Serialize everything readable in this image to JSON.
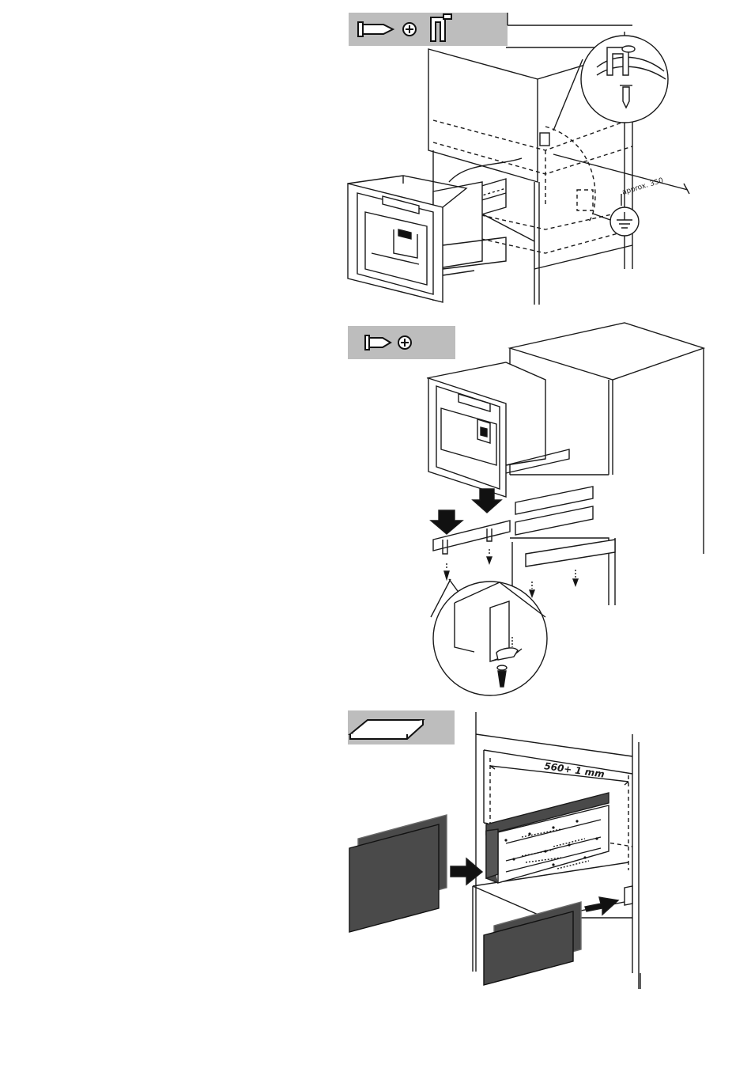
{
  "figures": [
    {
      "id": "step-1",
      "tools": [
        "screw-icon",
        "phillips-screwdriver-icon",
        "mounting-bracket-icon"
      ],
      "dimension_label": "approx. 350"
    },
    {
      "id": "step-2",
      "tools": [
        "screw-icon",
        "phillips-screwdriver-icon"
      ]
    },
    {
      "id": "step-3",
      "tools": [
        "spacer-board-icon"
      ],
      "dimension_label": "560+ 1 mm"
    }
  ],
  "colors": {
    "toolbar_bg": "#bdbdbd",
    "line": "#1a1a1a",
    "panel_fill": "#4a4a4a",
    "panel_edge": "#6a6a6a"
  }
}
